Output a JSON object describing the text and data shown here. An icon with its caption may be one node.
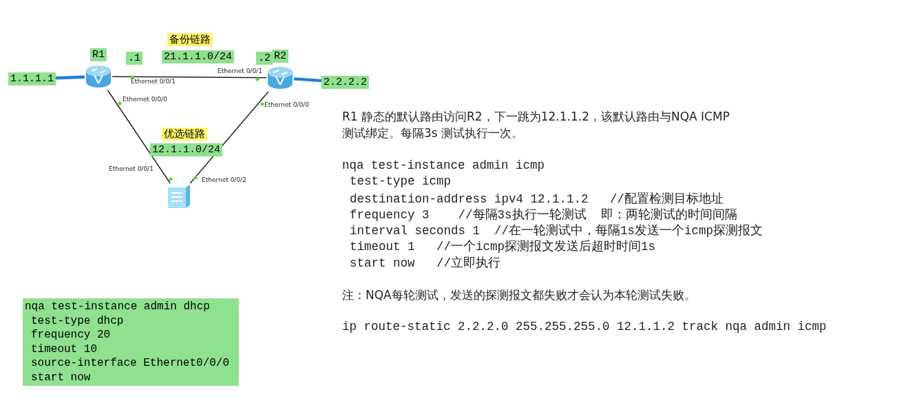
{
  "diagram": {
    "nodes": [
      {
        "text": [
          "1.1.1.1"
        ]
      },
      {
        "text": [
          "R1"
        ]
      },
      {
        "text": [
          "R2"
        ]
      },
      {
        "text": [
          "2.2.2.2"
        ]
      },
      {
        "text": [],
        "shape": "box"
      },
      {
        "text": [
          "nqa test-instance admin dhcp",
          "test-type dhcp",
          "frequency 20",
          "timeout 10",
          "source-interface Ethernet0/0/0",
          "start now"
        ]
      }
    ],
    "edges": [
      {
        "from": 0,
        "to": 1,
        "arrow": "none",
        "style": "thick",
        "color": "#1e7fd9"
      },
      {
        "from": 1,
        "to": 2,
        "arrow": "none"
      },
      {
        "from": 1,
        "to": 4,
        "arrow": "none"
      },
      {
        "from": 2,
        "to": 4,
        "arrow": "none"
      },
      {
        "from": 2,
        "to": 3,
        "arrow": "none",
        "style": "thick",
        "color": "#1e7fd9"
      }
    ],
    "labels": [
      "备份链路",
      ".1",
      "21.1.1.0/24",
      ".2",
      "Ethernet 0/0/1",
      "Ethernet 0/0/1",
      "Ethernet 0/0/0",
      "Ethernet 0/0/0",
      "优选链路",
      "12.1.1.0/24",
      "Ethernet 0/0/1",
      "Ethernet 0/0/2",
      "R1 静态的默认路由访问R2，下一跳为12.1.1.2，该默认路由与NQA ICMP 测试绑定。每隔3s 测试执行一次。",
      "nqa test-instance admin icmp",
      "test-type icmp",
      "destination-address ipv4 12.1.1.2   //配置检测目标地址",
      "frequency 3    //每隔3s执行一轮测试  即：两轮测试的时间间隔",
      "interval seconds 1  //在一轮测试中，每隔1s发送一个icmp探测报文",
      "timeout 1   //一个icmp探测报文发送后超时时间1s",
      "start now   //立即执行",
      "注：NQA每轮测试，发送的探测报文都失败才会认为本轮测试失败。",
      "ip route-static 2.2.2.0 255.255.255.0 12.1.1.2 track nqa admin icmp"
    ]
  }
}
